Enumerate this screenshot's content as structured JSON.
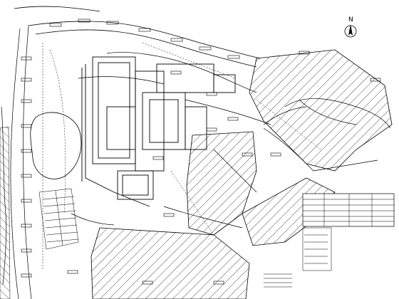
{
  "north": {
    "label": "N",
    "icon": "north-arrow-icon"
  },
  "legend_table": {
    "rows": 6,
    "icon": "legend-table"
  },
  "notes": {
    "lines": 4
  },
  "watermark": {
    "text": ""
  },
  "colors": {
    "line": "#000000",
    "hatch": "#000000",
    "background": "#ffffff"
  }
}
